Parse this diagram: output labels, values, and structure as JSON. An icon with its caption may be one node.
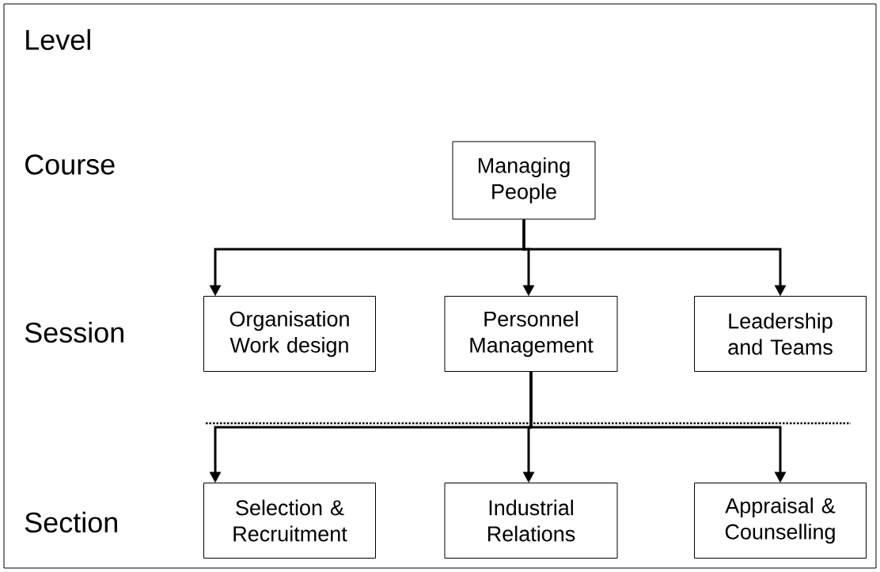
{
  "diagram": {
    "nodes": [
      {
        "text": [
          "Managing People"
        ]
      },
      {
        "text": [
          "Organisation Work design"
        ]
      },
      {
        "text": [
          "Personnel Management"
        ]
      },
      {
        "text": [
          "Leadership and Teams"
        ]
      },
      {
        "text": [
          "Selection & Recruitment"
        ]
      },
      {
        "text": [
          "Industrial Relations"
        ]
      },
      {
        "text": [
          "Appraisal & Counselling"
        ]
      }
    ],
    "edges": [
      {
        "from": 0,
        "to": 1,
        "arrow": "to"
      },
      {
        "from": 0,
        "to": 2,
        "arrow": "to"
      },
      {
        "from": 0,
        "to": 3,
        "arrow": "to"
      },
      {
        "from": 2,
        "to": 4,
        "arrow": "to"
      },
      {
        "from": 2,
        "to": 5,
        "arrow": "to"
      },
      {
        "from": 2,
        "to": 6,
        "arrow": "to"
      }
    ],
    "labels": [
      "Level",
      "Course",
      "Session",
      "Section"
    ]
  }
}
